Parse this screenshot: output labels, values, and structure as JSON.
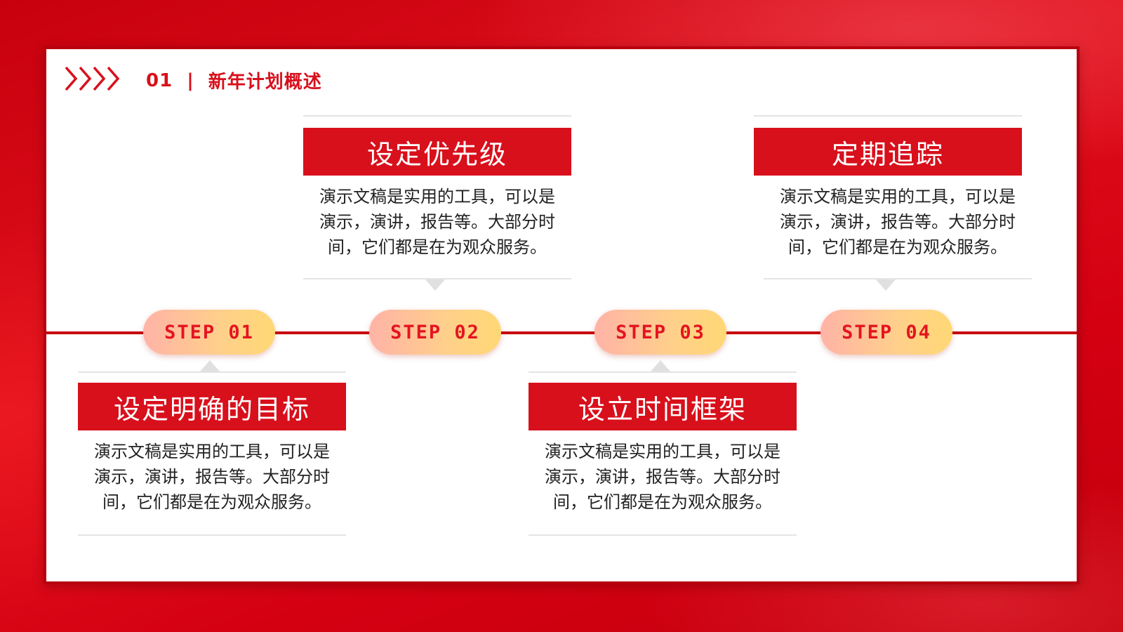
{
  "header": {
    "number": "01",
    "separator": "|",
    "title": "新年计划概述"
  },
  "steps": [
    {
      "label": "STEP 01"
    },
    {
      "label": "STEP 02"
    },
    {
      "label": "STEP 03"
    },
    {
      "label": "STEP 04"
    }
  ],
  "cards": [
    {
      "title": "设定明确的目标",
      "lines": [
        "演示文稿是实用的工具，可以是",
        "演示，演讲，报告等。大部分时",
        "间，它们都是在为观众服务。"
      ]
    },
    {
      "title": "设定优先级",
      "lines": [
        "演示文稿是实用的工具，可以是",
        "演示，演讲，报告等。大部分时",
        "间，它们都是在为观众服务。"
      ]
    },
    {
      "title": "设立时间框架",
      "lines": [
        "演示文稿是实用的工具，可以是",
        "演示，演讲，报告等。大部分时",
        "间，它们都是在为观众服务。"
      ]
    },
    {
      "title": "定期追踪",
      "lines": [
        "演示文稿是实用的工具，可以是",
        "演示，演讲，报告等。大部分时",
        "间，它们都是在为观众服务。"
      ]
    }
  ],
  "colors": {
    "accent": "#d8101c",
    "background": "#d40012",
    "step_gradient_start": "#ffb3a7",
    "step_gradient_end": "#ffd875"
  },
  "icons": {
    "header_arrows": "chevrons-right-icon"
  }
}
